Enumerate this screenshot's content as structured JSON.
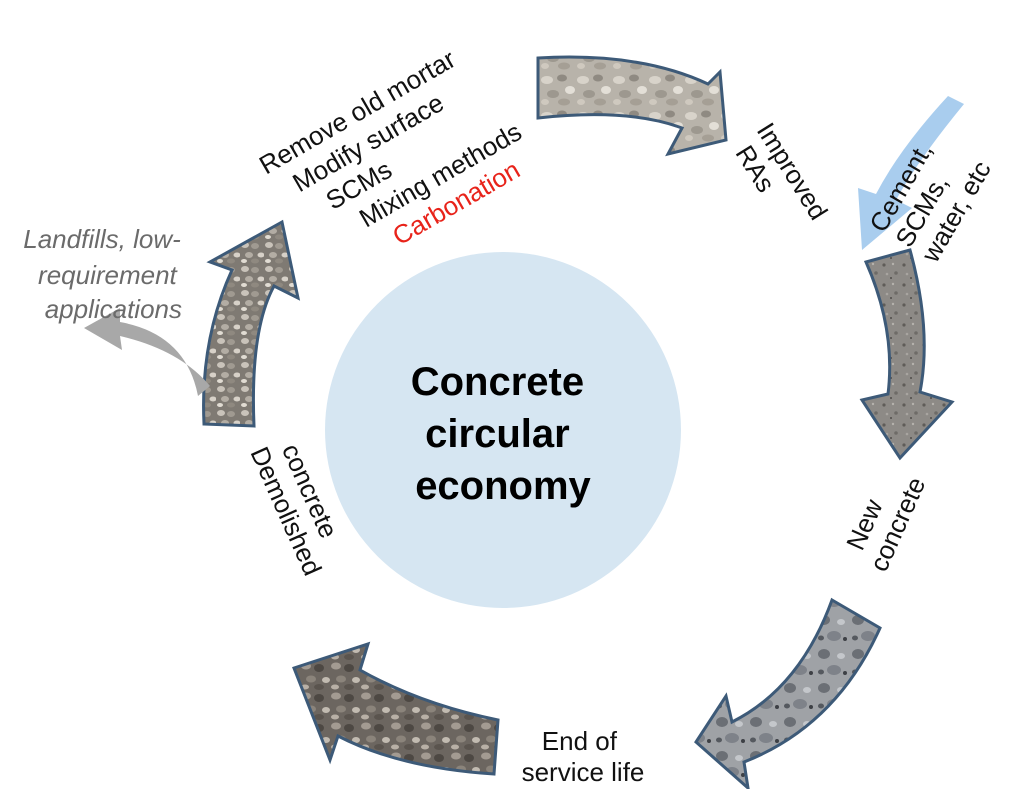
{
  "center": {
    "lines": [
      "Concrete",
      "circular",
      "economy"
    ]
  },
  "stages": {
    "improved_ras": [
      "Improved",
      "RAs"
    ],
    "new_concrete": [
      "New",
      "concrete"
    ],
    "end_of_service": [
      "End of",
      "service life"
    ],
    "demolished": [
      "Demolished",
      "concrete"
    ]
  },
  "treatments": {
    "items": [
      "Remove old mortar",
      "Modify surface",
      "SCMs",
      "Mixing methods"
    ],
    "highlight": "Carbonation",
    "highlight_color": "#e8231a"
  },
  "inputs": {
    "lines": [
      "Cement,",
      "SCMs,",
      "water, etc"
    ],
    "arrow_color": "#a9cdee"
  },
  "diversion": {
    "lines": [
      "Landfills, low-",
      "requirement",
      "applications"
    ],
    "arrow_color": "#a8a8a8"
  },
  "colors": {
    "circle": "#d6e6f2",
    "arrow_outline": "#3d5a78"
  },
  "icons": {
    "cycle_arrows": "textured-gravel-arrow",
    "input_arrow": "light-blue-arrow",
    "diversion_arrow": "grey-arrow"
  }
}
